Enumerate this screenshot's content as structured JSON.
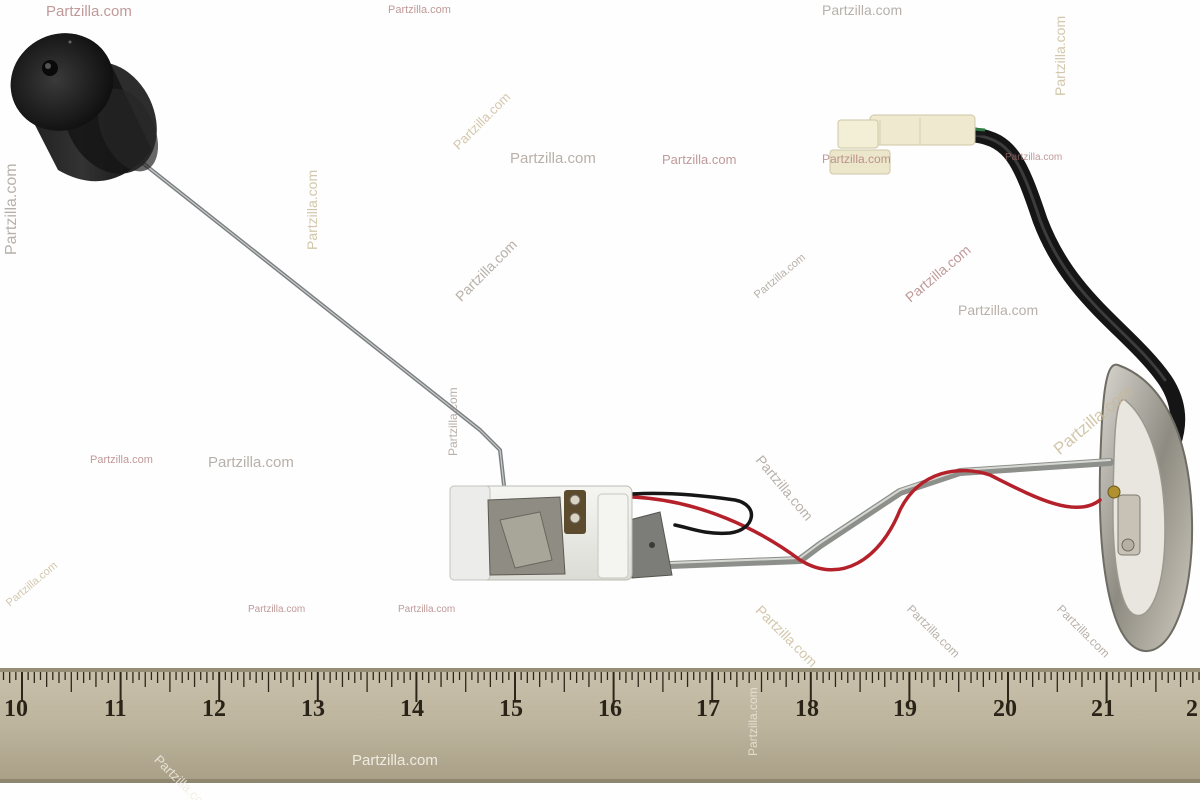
{
  "watermark": "Partzilla.com",
  "ruler": {
    "numbers": [
      "10",
      "11",
      "12",
      "13",
      "14",
      "15",
      "16",
      "17",
      "18",
      "19",
      "20",
      "21",
      "2"
    ]
  }
}
